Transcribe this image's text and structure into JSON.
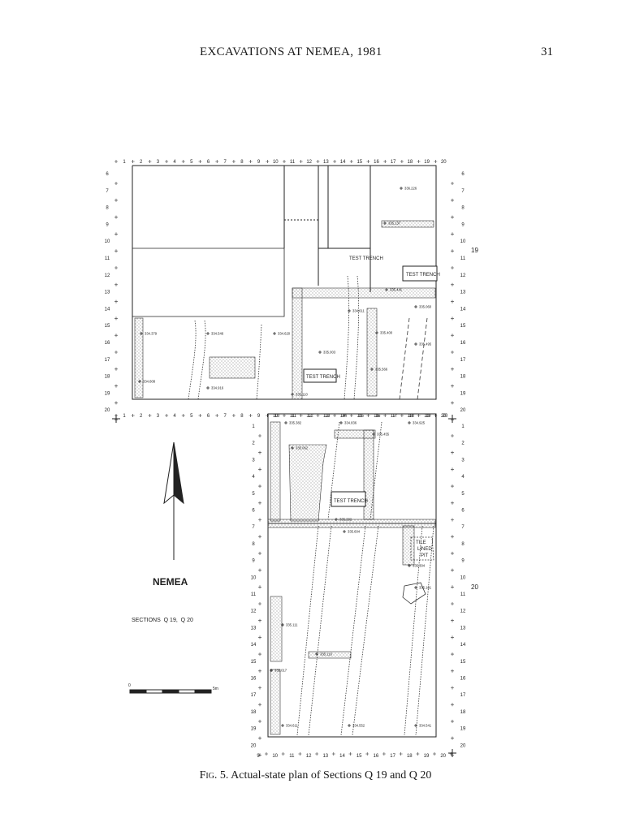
{
  "header": {
    "running_title": "EXCAVATIONS AT NEMEA, 1981",
    "page_number": "31"
  },
  "plan": {
    "site_name": "NEMEA",
    "sections_label": "SECTIONS  Q 19,  Q 20",
    "section_labels": [
      "19",
      "20"
    ],
    "test_trench_label": "TEST TRENCH",
    "tile_pit_label": [
      "TILE",
      "LINED",
      "PIT"
    ],
    "scale": {
      "zero": "0",
      "end": "5m"
    },
    "upper_grid": {
      "top_numbers": [
        "1",
        "2",
        "3",
        "4",
        "5",
        "6",
        "7",
        "8",
        "9",
        "10",
        "11",
        "12",
        "13",
        "14",
        "15",
        "16",
        "17",
        "18",
        "19",
        "20"
      ],
      "side_numbers": [
        "6",
        "7",
        "8",
        "9",
        "10",
        "11",
        "12",
        "13",
        "14",
        "15",
        "16",
        "17",
        "18",
        "19",
        "20"
      ]
    },
    "lower_grid": {
      "top_numbers": [
        "10",
        "11",
        "12",
        "13",
        "14",
        "15",
        "16",
        "17",
        "18",
        "19",
        "20"
      ],
      "side_numbers": [
        "1",
        "2",
        "3",
        "4",
        "5",
        "6",
        "7",
        "8",
        "9",
        "10",
        "11",
        "12",
        "13",
        "14",
        "15",
        "16",
        "17",
        "18",
        "19",
        "20"
      ],
      "bottom_numbers": [
        "9",
        "10",
        "11",
        "12",
        "13",
        "14",
        "15",
        "16",
        "17",
        "18",
        "19",
        "20"
      ]
    },
    "lower_left_axis_numbers": [
      "1",
      "2",
      "3",
      "4",
      "5",
      "6",
      "7",
      "8",
      "9"
    ],
    "elevations": {
      "e1": "336.226",
      "e2": "335.137",
      "e3": "334.379",
      "e4": "334.546",
      "e5": "334.620",
      "e6": "334.611",
      "e7": "335.400",
      "e8": "335.003",
      "e9": "335.566",
      "e10": "335.441",
      "e11": "335.060",
      "e12": "335.495",
      "e13": "334.808",
      "e14": "334.916",
      "e15": "335.110",
      "e16": "335.062",
      "e17": "335.382",
      "e18": "334.836",
      "e19": "334.925",
      "e20": "335.455",
      "e21": "335.282",
      "e22": "335.604",
      "e23": "335.304",
      "e24": "335.111",
      "e25": "335.101",
      "e26": "335.116",
      "e27": "335.017",
      "e28": "334.611",
      "e29": "334.552",
      "e30": "334.541"
    }
  },
  "caption": {
    "fig_label": "Fig. 5.",
    "text": "Actual-state plan of Sections Q 19 and Q 20"
  }
}
